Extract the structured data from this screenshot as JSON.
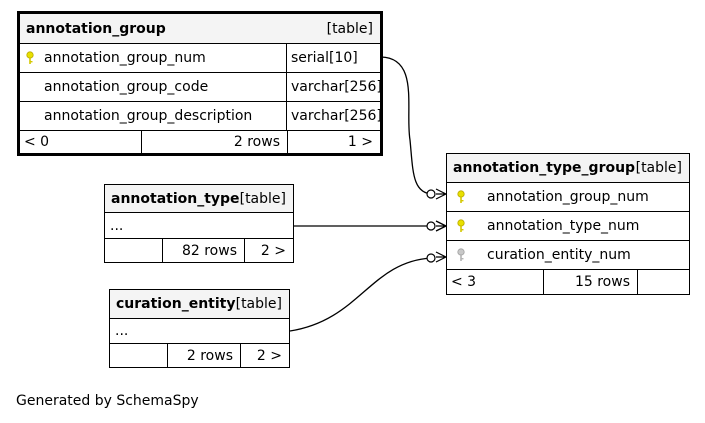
{
  "tables": {
    "annotation_group": {
      "name": "annotation_group",
      "tag": "[table]",
      "columns": [
        {
          "name": "annotation_group_num",
          "type": "serial[10]",
          "key": "primary-key-icon"
        },
        {
          "name": "annotation_group_code",
          "type": "varchar[256]"
        },
        {
          "name": "annotation_group_description",
          "type": "varchar[256]"
        }
      ],
      "footer": {
        "parents": "< 0",
        "rows": "2 rows",
        "children": "1 >"
      }
    },
    "annotation_type": {
      "name": "annotation_type",
      "tag": "[table]",
      "ellipsis": "...",
      "footer": {
        "rows": "82 rows",
        "children": "2 >"
      }
    },
    "curation_entity": {
      "name": "curation_entity",
      "tag": "[table]",
      "ellipsis": "...",
      "footer": {
        "rows": "2 rows",
        "children": "2 >"
      }
    },
    "annotation_type_group": {
      "name": "annotation_type_group",
      "tag": "[table]",
      "columns": [
        {
          "name": "annotation_group_num",
          "key": "primary-key-icon"
        },
        {
          "name": "annotation_type_num",
          "key": "primary-key-icon"
        },
        {
          "name": "curation_entity_num",
          "key": "foreign-key-icon"
        }
      ],
      "footer": {
        "parents": "< 3",
        "rows": "15 rows"
      }
    }
  },
  "colors": {
    "primary_key": "#e8e000",
    "foreign_key": "#c0c0c0",
    "header_bg": "#f4f4f4"
  },
  "generated_by": "Generated by SchemaSpy"
}
